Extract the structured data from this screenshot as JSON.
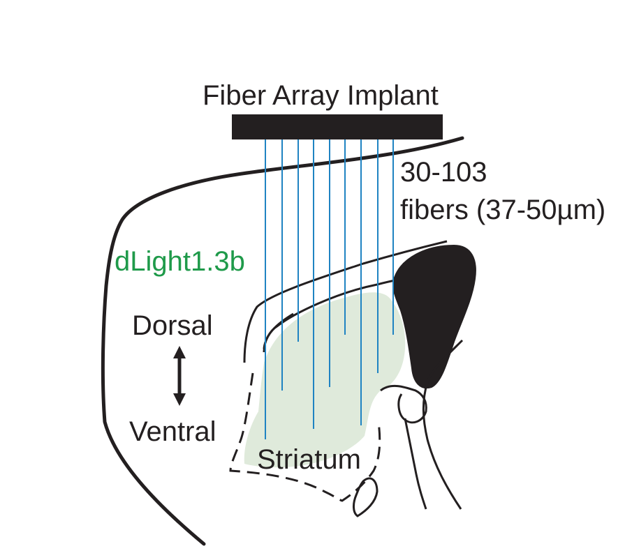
{
  "labels": {
    "implant": "Fiber Array Implant",
    "fiber_count": "30-103",
    "fiber_size": "fibers (37-50µm)",
    "indicator": "dLight1.3b",
    "dorsal": "Dorsal",
    "ventral": "Ventral",
    "region": "Striatum"
  },
  "colors": {
    "outline": "#231f20",
    "fiber": "#1f83c2",
    "indicator_text": "#1f9a4a",
    "expression_fill": "#dfeadb",
    "ventricle": "#231f20"
  },
  "icons": {
    "orientation": "double-arrow-vertical"
  }
}
